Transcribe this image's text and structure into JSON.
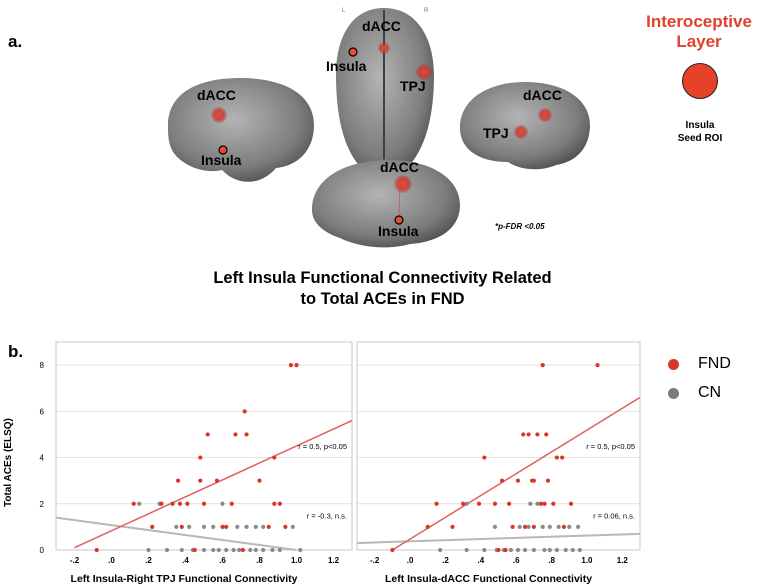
{
  "panel_labels": {
    "a": "a.",
    "b": "b."
  },
  "brain_labels": {
    "dacc": "dACC",
    "insula": "Insula",
    "tpj": "TPJ",
    "orient_l": "L",
    "orient_r": "R"
  },
  "legend_top": {
    "title_line1": "Interoceptive",
    "title_line2": "Layer",
    "roi_line1": "Insula",
    "roi_line2": "Seed ROI",
    "fdr_note": "*p-FDR <0.05"
  },
  "figure_title": {
    "line1": "Left Insula Functional Connectivity Related",
    "line2": "to Total ACEs in FND"
  },
  "y_axis_title": "Total ACEs (ELSQ)",
  "group_legend": {
    "fnd": "FND",
    "cn": "CN"
  },
  "colors": {
    "fnd": "#d9362a",
    "cn": "#8a8a8a",
    "fnd_line": "#e06060",
    "cn_line": "#b8b8b8",
    "accent": "#e2402d"
  },
  "chart_data": [
    {
      "type": "scatter",
      "xlabel": "Left Insula-Right TPJ Functional Connectivity",
      "ylabel": "Total ACEs (ELSQ)",
      "xlim": [
        -0.3,
        1.3
      ],
      "ylim": [
        0,
        9
      ],
      "x_ticks": [
        -0.2,
        0.0,
        0.2,
        0.4,
        0.6,
        0.8,
        1.0,
        1.2
      ],
      "x_tick_labels": [
        "-.2",
        ".0",
        ".2",
        ".4",
        ".6",
        ".8",
        "1.0",
        "1.2"
      ],
      "y_ticks": [
        0,
        2,
        4,
        6,
        8
      ],
      "y_tick_labels": [
        "0",
        "2",
        "4",
        "6",
        "8"
      ],
      "annotations": {
        "fnd": "r = 0.5, p<0.05",
        "cn": "r = -0.3, n.s."
      },
      "fit_lines": {
        "fnd": [
          [
            -0.2,
            0.1
          ],
          [
            1.3,
            5.6
          ]
        ],
        "cn": [
          [
            -0.3,
            1.4
          ],
          [
            1.0,
            0.0
          ]
        ]
      },
      "series": [
        {
          "name": "FND",
          "points": [
            [
              0.97,
              8
            ],
            [
              1.0,
              8
            ],
            [
              0.72,
              6
            ],
            [
              0.52,
              5
            ],
            [
              0.67,
              5
            ],
            [
              0.73,
              5
            ],
            [
              0.48,
              4
            ],
            [
              0.88,
              4
            ],
            [
              0.36,
              3
            ],
            [
              0.48,
              3
            ],
            [
              0.57,
              3
            ],
            [
              0.8,
              3
            ],
            [
              0.12,
              2
            ],
            [
              0.27,
              2
            ],
            [
              0.33,
              2
            ],
            [
              0.37,
              2
            ],
            [
              0.41,
              2
            ],
            [
              0.5,
              2
            ],
            [
              0.65,
              2
            ],
            [
              0.88,
              2
            ],
            [
              0.91,
              2
            ],
            [
              0.22,
              1
            ],
            [
              0.38,
              1
            ],
            [
              0.6,
              1
            ],
            [
              0.62,
              1
            ],
            [
              0.85,
              1
            ],
            [
              0.94,
              1
            ],
            [
              -0.08,
              0
            ],
            [
              0.45,
              0
            ],
            [
              0.71,
              0
            ]
          ]
        },
        {
          "name": "CN",
          "points": [
            [
              0.15,
              2
            ],
            [
              0.6,
              2
            ],
            [
              0.26,
              2
            ],
            [
              0.35,
              1
            ],
            [
              0.42,
              1
            ],
            [
              0.5,
              1
            ],
            [
              0.55,
              1
            ],
            [
              0.68,
              1
            ],
            [
              0.73,
              1
            ],
            [
              0.78,
              1
            ],
            [
              0.82,
              1
            ],
            [
              0.98,
              1
            ],
            [
              0.2,
              0
            ],
            [
              0.3,
              0
            ],
            [
              0.38,
              0
            ],
            [
              0.44,
              0
            ],
            [
              0.5,
              0
            ],
            [
              0.55,
              0
            ],
            [
              0.58,
              0
            ],
            [
              0.62,
              0
            ],
            [
              0.66,
              0
            ],
            [
              0.69,
              0
            ],
            [
              0.75,
              0
            ],
            [
              0.78,
              0
            ],
            [
              0.82,
              0
            ],
            [
              0.87,
              0
            ],
            [
              0.91,
              0
            ],
            [
              1.02,
              0
            ]
          ]
        }
      ]
    },
    {
      "type": "scatter",
      "xlabel": "Left Insula-dACC Functional Connectivity",
      "ylabel": "",
      "xlim": [
        -0.3,
        1.3
      ],
      "ylim": [
        0,
        9
      ],
      "x_ticks": [
        -0.2,
        0.0,
        0.2,
        0.4,
        0.6,
        0.8,
        1.0,
        1.2
      ],
      "x_tick_labels": [
        "-.2",
        ".0",
        ".2",
        ".4",
        ".6",
        ".8",
        "1.0",
        "1.2"
      ],
      "y_ticks": [
        0,
        2,
        4,
        6,
        8
      ],
      "y_tick_labels": [],
      "annotations": {
        "fnd": "r = 0.5, p<0.05",
        "cn": "r = 0.06, n.s."
      },
      "fit_lines": {
        "fnd": [
          [
            -0.1,
            0.0
          ],
          [
            1.3,
            6.6
          ]
        ],
        "cn": [
          [
            -0.3,
            0.3
          ],
          [
            1.3,
            0.7
          ]
        ]
      },
      "series": [
        {
          "name": "FND",
          "points": [
            [
              0.75,
              8
            ],
            [
              1.06,
              8
            ],
            [
              0.64,
              5
            ],
            [
              0.67,
              5
            ],
            [
              0.7,
              3
            ],
            [
              0.72,
              5
            ],
            [
              0.77,
              5
            ],
            [
              0.83,
              4
            ],
            [
              0.86,
              4
            ],
            [
              0.42,
              4
            ],
            [
              0.52,
              3
            ],
            [
              0.61,
              3
            ],
            [
              0.69,
              3
            ],
            [
              0.78,
              3
            ],
            [
              0.15,
              2
            ],
            [
              0.3,
              2
            ],
            [
              0.39,
              2
            ],
            [
              0.48,
              2
            ],
            [
              0.56,
              2
            ],
            [
              0.74,
              2
            ],
            [
              0.76,
              2
            ],
            [
              0.81,
              2
            ],
            [
              0.91,
              2
            ],
            [
              0.1,
              1
            ],
            [
              0.24,
              1
            ],
            [
              0.58,
              1
            ],
            [
              0.65,
              1
            ],
            [
              0.7,
              1
            ],
            [
              0.87,
              1
            ],
            [
              -0.1,
              0
            ],
            [
              0.5,
              0
            ],
            [
              0.54,
              0
            ]
          ]
        },
        {
          "name": "CN",
          "points": [
            [
              0.32,
              2
            ],
            [
              0.68,
              2
            ],
            [
              0.72,
              2
            ],
            [
              0.48,
              1
            ],
            [
              0.62,
              1
            ],
            [
              0.67,
              1
            ],
            [
              0.75,
              1
            ],
            [
              0.79,
              1
            ],
            [
              0.84,
              1
            ],
            [
              0.9,
              1
            ],
            [
              0.95,
              1
            ],
            [
              0.17,
              0
            ],
            [
              0.32,
              0
            ],
            [
              0.42,
              0
            ],
            [
              0.49,
              0
            ],
            [
              0.53,
              0
            ],
            [
              0.57,
              0
            ],
            [
              0.61,
              0
            ],
            [
              0.65,
              0
            ],
            [
              0.7,
              0
            ],
            [
              0.76,
              0
            ],
            [
              0.79,
              0
            ],
            [
              0.83,
              0
            ],
            [
              0.88,
              0
            ],
            [
              0.92,
              0
            ],
            [
              0.96,
              0
            ]
          ]
        }
      ]
    }
  ]
}
